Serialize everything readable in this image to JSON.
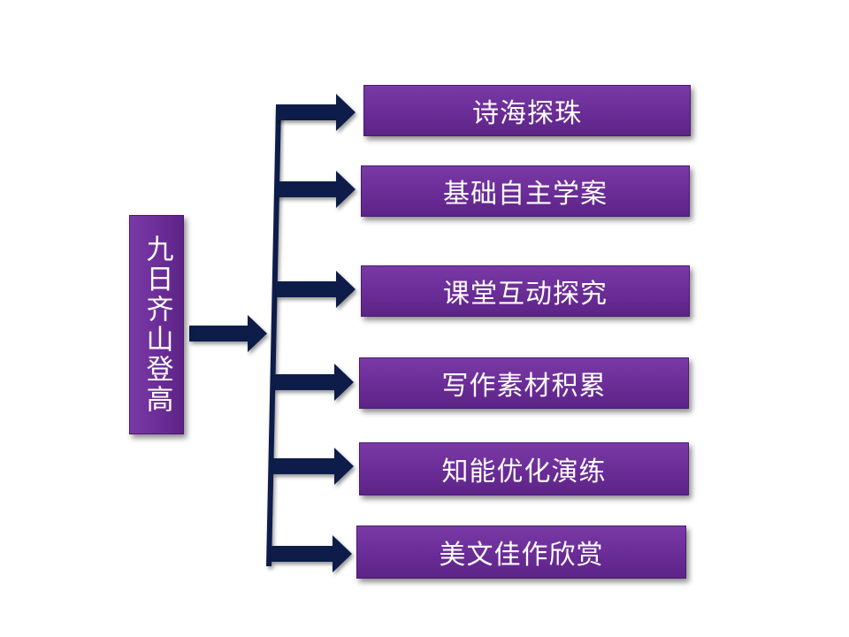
{
  "root": {
    "label": "九日齐山登高"
  },
  "branches": [
    {
      "label": "诗海探珠"
    },
    {
      "label": "基础自主学案"
    },
    {
      "label": "课堂互动探究"
    },
    {
      "label": "写作素材积累"
    },
    {
      "label": "知能优化演练"
    },
    {
      "label": "美文佳作欣赏"
    }
  ],
  "colors": {
    "box_fill": "#6a2c96",
    "arrow_fill": "#0d1a4a",
    "text": "#ffffff"
  }
}
